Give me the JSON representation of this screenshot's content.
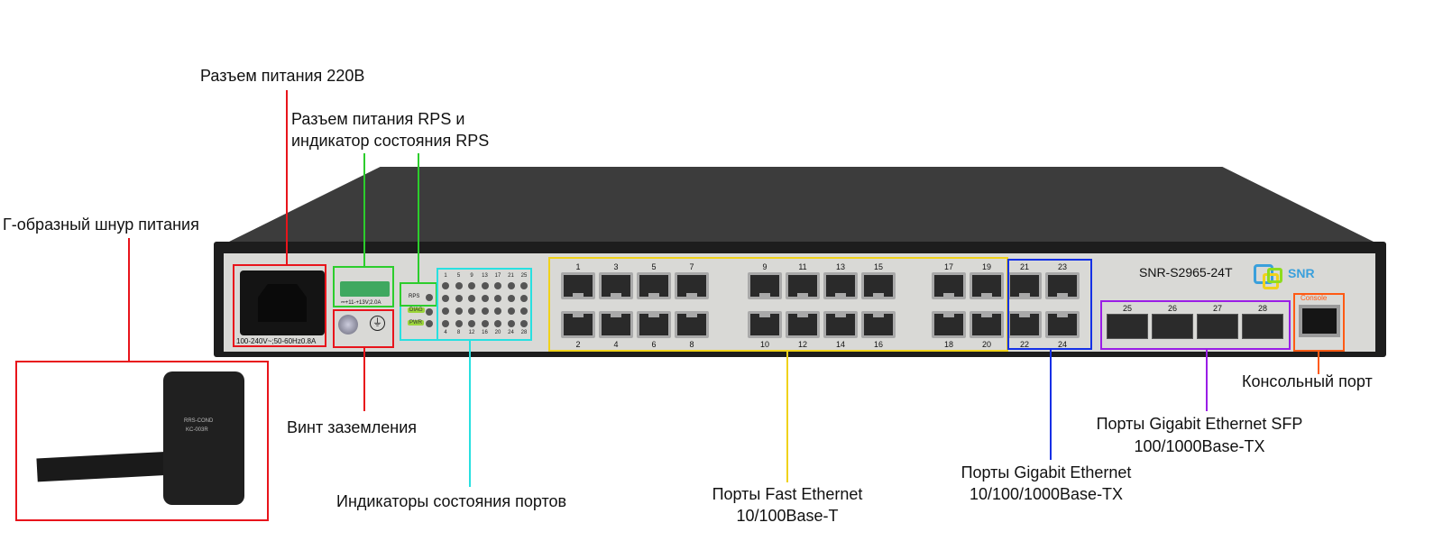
{
  "annotations": {
    "power_220": "Разъем питания 220В",
    "rps_line1": "Разъем питания RPS и",
    "rps_line2": "индикатор состояния RPS",
    "cord": "Г-образный шнур питания",
    "ground": "Винт заземления",
    "leds": "Индикаторы состояния портов",
    "fe_line1": "Порты Fast Ethernet",
    "fe_line2": "10/100Base-T",
    "ge_line1": "Порты Gigabit Ethernet",
    "ge_line2": "10/100/1000Base-TX",
    "sfp_line1": "Порты Gigabit Ethernet SFP",
    "sfp_line2": "100/1000Base-TX",
    "console": "Консольный порт"
  },
  "device": {
    "model": "SNR-S2965-24T",
    "brand": "SNR",
    "power_rating": "100-240V~;50-60Hz0.8A",
    "rps_rating": "⎓+11-+13V;2.0A",
    "rps_led": "RPS",
    "diag_led": "DIAG",
    "pwr_led": "PWR",
    "console_label": "Console",
    "cord_text1": "RRS-COND",
    "cord_text2": "KC-003R",
    "led_top_labels": [
      "1",
      "5",
      "9",
      "13",
      "17",
      "21",
      "25"
    ],
    "led_bottom_labels": [
      "4",
      "8",
      "12",
      "16",
      "20",
      "24",
      "28"
    ],
    "rj45_top": [
      "1",
      "3",
      "5",
      "7",
      "9",
      "11",
      "13",
      "15",
      "17",
      "19",
      "21",
      "23"
    ],
    "rj45_bottom": [
      "2",
      "4",
      "6",
      "8",
      "10",
      "12",
      "14",
      "16",
      "18",
      "20",
      "22",
      "24"
    ],
    "sfp_ports": [
      "25",
      "26",
      "27",
      "28"
    ]
  },
  "colors": {
    "power": "#e8141b",
    "rps": "#2ccd2c",
    "leds": "#28e0e0",
    "fe": "#f0d21a",
    "ge": "#1430e6",
    "sfp": "#9a1ee6",
    "console": "#ff5a14",
    "brand": "#3aa0dc"
  }
}
